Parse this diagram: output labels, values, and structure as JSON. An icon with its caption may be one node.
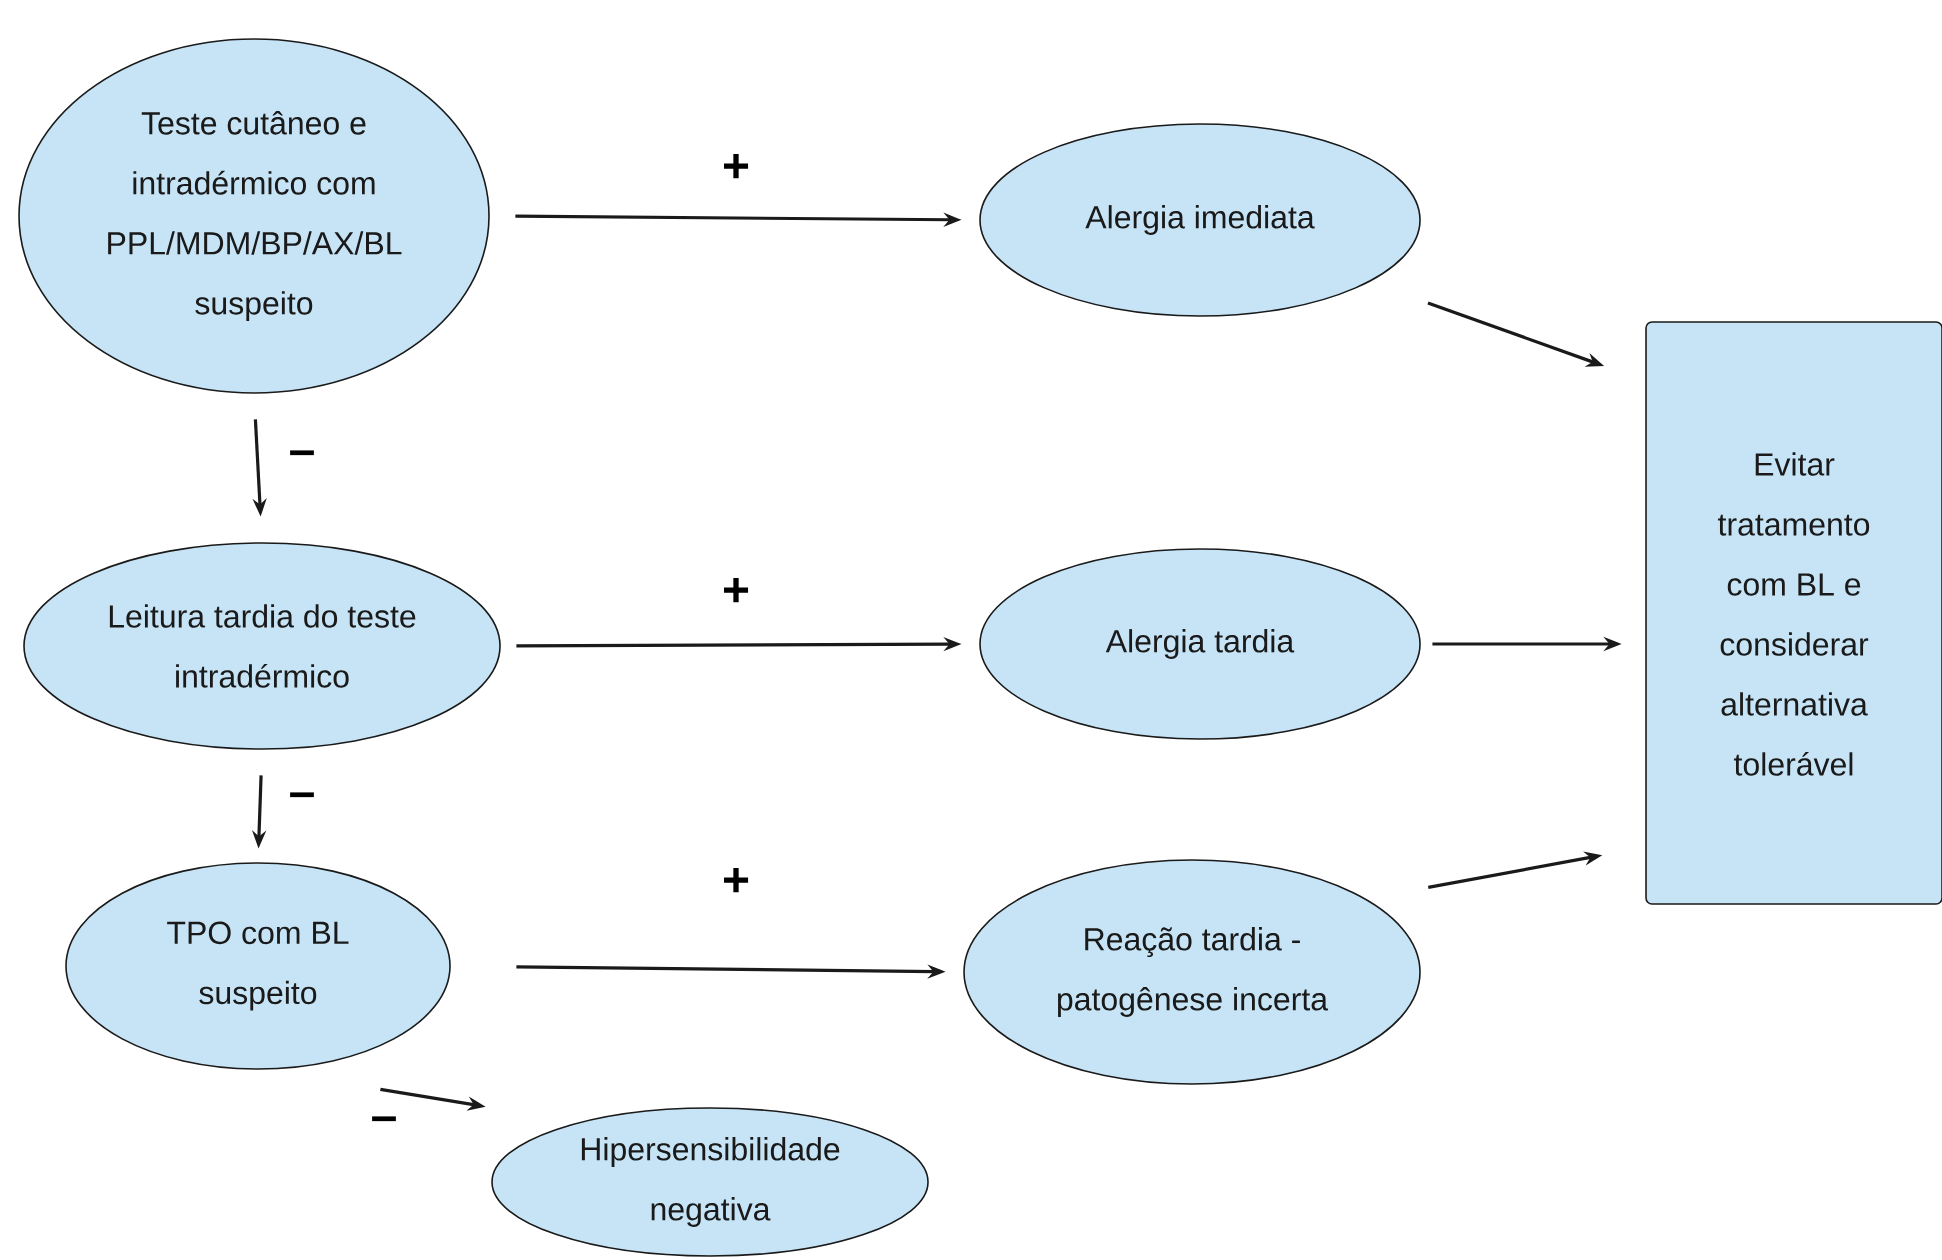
{
  "diagram": {
    "nodes": [
      {
        "text": [
          "Teste cutâneo e intradérmico com PPL/MDM/BP/AX/BL suspeito"
        ]
      },
      {
        "text": [
          "Alergia imediata"
        ]
      },
      {
        "text": [
          "Evitar tratamento com BL e considerar alternativa tolerável"
        ]
      },
      {
        "text": [
          "Leitura tardia do teste intradérmico"
        ]
      },
      {
        "text": [
          "Alergia tardia"
        ]
      },
      {
        "text": [
          "TPO com BL suspeito"
        ]
      },
      {
        "text": [
          "Reação tardia - patogênese incerta"
        ]
      },
      {
        "text": [
          "Hipersensibilidade negativa"
        ]
      }
    ],
    "edges": [
      {
        "from": 0,
        "to": 1,
        "arrow": "to",
        "label": "+"
      },
      {
        "from": 1,
        "to": 2,
        "arrow": "to"
      },
      {
        "from": 0,
        "to": 3,
        "arrow": "to",
        "label": "–"
      },
      {
        "from": 3,
        "to": 4,
        "arrow": "to",
        "label": "+"
      },
      {
        "from": 4,
        "to": 2,
        "arrow": "to"
      },
      {
        "from": 3,
        "to": 5,
        "arrow": "to",
        "label": "–"
      },
      {
        "from": 5,
        "to": 6,
        "arrow": "to",
        "label": "+"
      },
      {
        "from": 6,
        "to": 2,
        "arrow": "to"
      },
      {
        "from": 5,
        "to": 7,
        "arrow": "to",
        "label": "–"
      }
    ]
  }
}
